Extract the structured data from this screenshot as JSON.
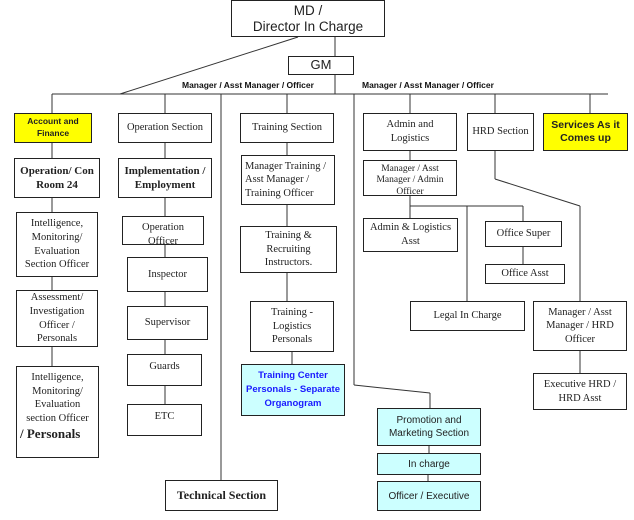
{
  "title": "Organogram",
  "top": {
    "md": "MD /\nDirector In Charge",
    "gm": "GM",
    "left_label": "Manager / Asst Manager / Officer",
    "right_label": "Manager / Asst Manager / Officer"
  },
  "account": {
    "section": "Account and Finance",
    "items": [
      "Operation/ Con Room 24",
      "Intelligence, Monitoring/ Evaluation Section Officer",
      "Assessment/ Investigation Officer / Personals"
    ],
    "last_item_main": "Intelligence, Monitoring/ Evaluation section Officer",
    "last_item_bold": "/ Personals"
  },
  "operation": {
    "section": "Operation Section",
    "items": [
      "Implementation / Employment",
      "Operation Officer",
      "Inspector",
      "Supervisor",
      "Guards",
      "ETC"
    ]
  },
  "technical": {
    "section": "Technical Section"
  },
  "training": {
    "section": "Training Section",
    "items": [
      "Manager Training / Asst Manager / Training Officer",
      "Training & Recruiting Instructors.",
      "Training - Logistics Personals",
      "Training Center Personals - Separate Organogram"
    ]
  },
  "admin": {
    "section": "Admin and Logistics",
    "items": [
      "Manager / Asst Manager / Admin Officer",
      "Admin & Logistics Asst",
      "Office Super",
      "Office Asst",
      "Legal In Charge"
    ]
  },
  "hrd": {
    "section": "HRD Section",
    "items": [
      "Manager / Asst Manager / HRD Officer",
      "Executive HRD / HRD Asst"
    ]
  },
  "services": {
    "section": "Services As it Comes up"
  },
  "promotion": {
    "section": "Promotion and Marketing Section",
    "items": [
      "In charge",
      "Officer / Executive"
    ]
  },
  "colors": {
    "highlight_yellow": "#ffff00",
    "highlight_cyan": "#ccffff",
    "link_blue": "#1a1aff",
    "line": "#333333"
  }
}
